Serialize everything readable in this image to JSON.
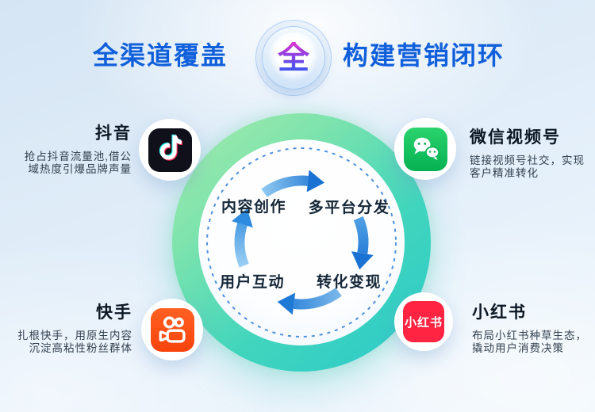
{
  "header": {
    "title_left": "全渠道覆盖",
    "badge_char": "全",
    "title_right": "构建营销闭环"
  },
  "cycle": {
    "steps": [
      {
        "label": "内容创作"
      },
      {
        "label": "多平台分发"
      },
      {
        "label": "转化变现"
      },
      {
        "label": "用户互动"
      }
    ]
  },
  "platforms": [
    {
      "name": "抖音",
      "icon": "douyin-icon",
      "desc_line1": "抢占抖音流量池,借公",
      "desc_line2": "域热度引爆品牌声量"
    },
    {
      "name": "微信视频号",
      "icon": "wechat-channels-icon",
      "desc_line1": "链接视频号社交，实现",
      "desc_line2": "客户精准转化"
    },
    {
      "name": "快手",
      "icon": "kuaishou-icon",
      "desc_line1": "扎根快手，用原生内容",
      "desc_line2": "沉淀高粘性粉丝群体"
    },
    {
      "name": "小红书",
      "icon": "xiaohongshu-icon",
      "icon_text": "小红书",
      "desc_line1": "布局小红书种草生态，",
      "desc_line2": "撬动用户消费决策"
    }
  ],
  "colors": {
    "accent_blue": "#1160db",
    "ring_green": "#a8ecab",
    "ring_teal": "#2ac9ca",
    "arrow_blue": "#1a73d3",
    "badge_char_gradient_top": "#d434cf",
    "badge_char_gradient_bottom": "#3b57f0",
    "douyin_black": "#10101a",
    "wechat_green": "#07b956",
    "kuaishou_orange": "#fb4e0e",
    "xiaohongshu_red": "#ff2442"
  }
}
